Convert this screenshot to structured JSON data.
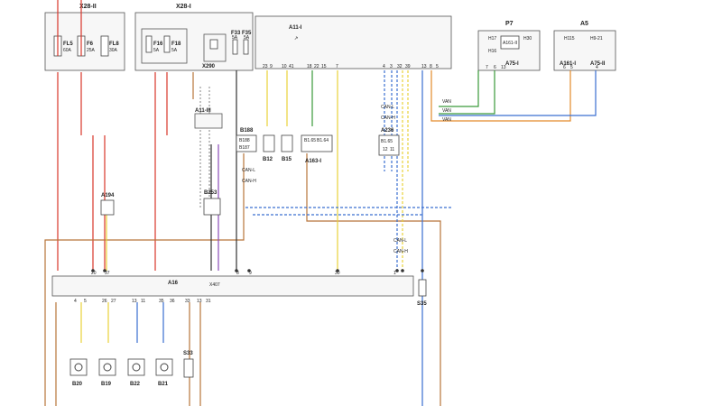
{
  "colors": {
    "red": "#d9362a",
    "brown": "#b8743a",
    "yellow": "#e8d23a",
    "green": "#3a9a3a",
    "blue": "#3a6fd0",
    "black": "#333333",
    "violet": "#8a4bb8",
    "grey": "#9a9a9a",
    "orange": "#e38a2a"
  },
  "fuse_boxes": {
    "x28_ii": {
      "label": "X28-II",
      "fuses": [
        {
          "name": "FL5",
          "rating": "60A"
        },
        {
          "name": "F6",
          "rating": "25A"
        },
        {
          "name": "FL8",
          "rating": "30A"
        }
      ]
    },
    "x28_i": {
      "label": "X28-I",
      "fuses": [
        {
          "name": "F16",
          "rating": "5A"
        },
        {
          "name": "F18",
          "rating": "5A"
        },
        {
          "name": "F33",
          "rating": "5A"
        },
        {
          "name": "F35",
          "rating": "5A"
        }
      ],
      "relay": "X290"
    }
  },
  "modules": {
    "a11_i": {
      "label": "A11-I",
      "pins": [
        "23",
        "9",
        "10",
        "41",
        "18",
        "22",
        "15",
        "7",
        "4",
        "3",
        "32",
        "39",
        "13",
        "8",
        "5"
      ]
    },
    "p7": {
      "label": "P7",
      "inner": [
        "H17",
        "A161-II",
        "H30",
        "H16"
      ],
      "sub": "A75-I",
      "pins": [
        "7",
        "6",
        "13"
      ]
    },
    "a5": {
      "label": "A5",
      "inner": [
        "H115",
        "H9-21"
      ],
      "subs": [
        "A161-I",
        "A75-II"
      ],
      "pins": [
        "6",
        "5",
        "4"
      ]
    },
    "a11_iii": {
      "label": "A11-III"
    },
    "a16": {
      "label": "A16",
      "code": "X407"
    }
  },
  "components": [
    {
      "name": "B188",
      "pins": [
        "B188",
        "B187"
      ]
    },
    {
      "name": "B12"
    },
    {
      "name": "B15"
    },
    {
      "name": "A163-I",
      "pins": [
        "B1.65",
        "B1.64"
      ]
    },
    {
      "name": "A236",
      "pins": [
        "B1.65",
        "12",
        "11"
      ]
    },
    {
      "name": "A194"
    },
    {
      "name": "B253"
    },
    {
      "name": "S35"
    },
    {
      "name": "S33"
    }
  ],
  "sensors": [
    {
      "name": "B20"
    },
    {
      "name": "B19"
    },
    {
      "name": "B22"
    },
    {
      "name": "B21"
    }
  ],
  "pin_labels": {
    "a16_top": [
      "20",
      "37",
      "8",
      "9",
      "30",
      "1"
    ],
    "a16_bottom": [
      "4",
      "5",
      "26",
      "27",
      "13",
      "11",
      "35",
      "36",
      "33",
      "13",
      "31"
    ]
  },
  "wire_tags": {
    "van": [
      "VAN",
      "VAN",
      "VAN"
    ],
    "can": [
      "CAN-L",
      "CAN-H",
      "CAN-L",
      "CAN-H",
      "CAN-L",
      "CAN-H"
    ]
  }
}
